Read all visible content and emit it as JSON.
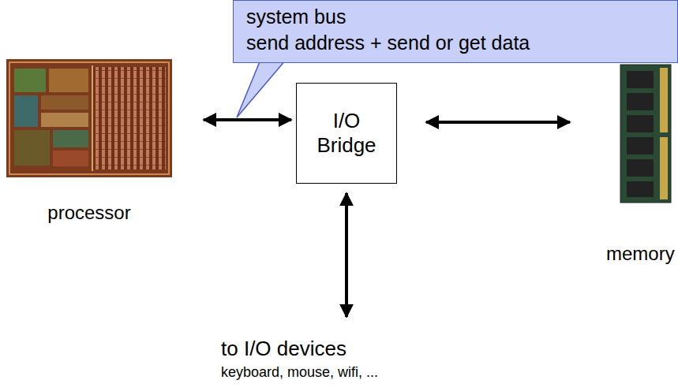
{
  "diagram": {
    "nodes": [
      {
        "text": [
          "system bus",
          "send address + send or get data"
        ]
      },
      {
        "text": [
          "processor"
        ]
      },
      {
        "text": [
          "I/O Bridge"
        ]
      },
      {
        "text": [
          "memory"
        ]
      },
      {
        "text": [
          "to I/O devices",
          "keyboard, mouse, wifi, ..."
        ]
      }
    ],
    "edges": [
      {
        "from": 1,
        "to": 2,
        "arrow": "both"
      },
      {
        "from": 2,
        "to": 3,
        "arrow": "both"
      },
      {
        "from": 2,
        "to": 4,
        "arrow": "both"
      }
    ]
  }
}
